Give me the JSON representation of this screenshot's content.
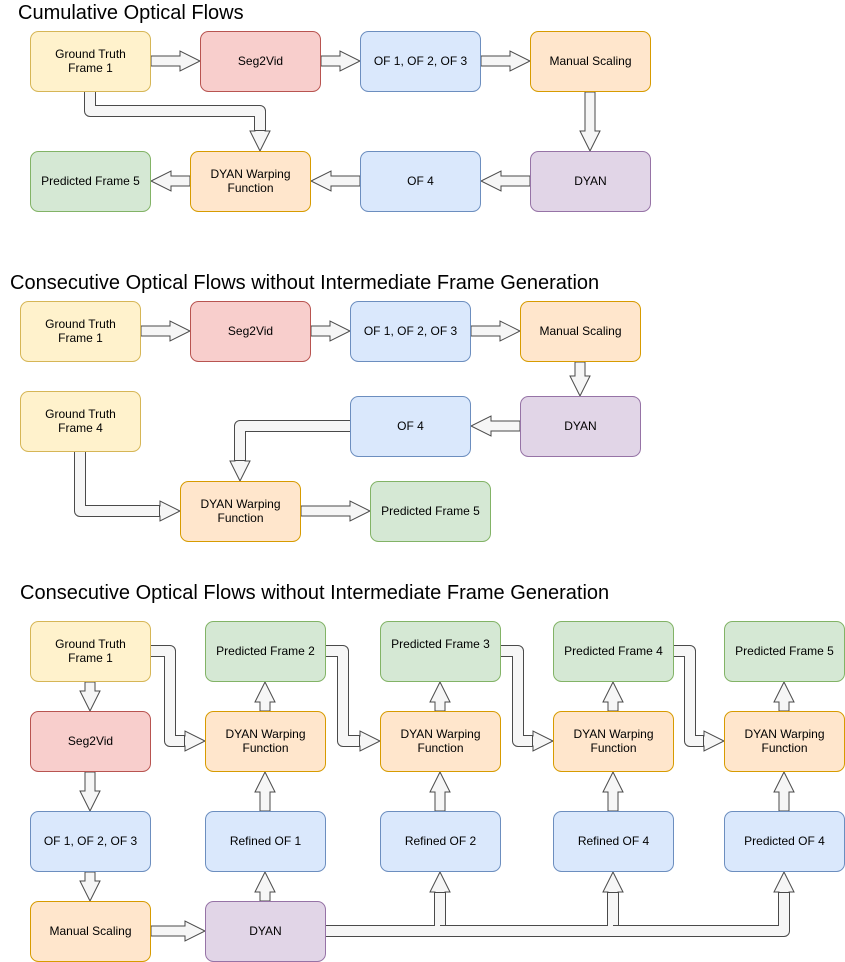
{
  "colors": {
    "yellow": {
      "fill": "#fff2cc",
      "stroke": "#d6b656"
    },
    "red": {
      "fill": "#f8cecc",
      "stroke": "#b85450"
    },
    "blue": {
      "fill": "#dae8fc",
      "stroke": "#6c8ebf"
    },
    "orange": {
      "fill": "#ffe6cc",
      "stroke": "#d79b00"
    },
    "purple": {
      "fill": "#e1d5e7",
      "stroke": "#9673a6"
    },
    "green": {
      "fill": "#d5e8d4",
      "stroke": "#82b366"
    }
  },
  "sections": [
    {
      "title": "Cumulative Optical Flows",
      "nodes": [
        {
          "id": "s1-gt1",
          "label": [
            "Ground Truth",
            "Frame 1"
          ],
          "color": "yellow"
        },
        {
          "id": "s1-seg",
          "label": [
            "Seg2Vid"
          ],
          "color": "red"
        },
        {
          "id": "s1-of123",
          "label": [
            "OF 1, OF 2, OF 3"
          ],
          "color": "blue"
        },
        {
          "id": "s1-scale",
          "label": [
            "Manual Scaling"
          ],
          "color": "orange"
        },
        {
          "id": "s1-pred5",
          "label": [
            "Predicted Frame 5"
          ],
          "color": "green"
        },
        {
          "id": "s1-warp",
          "label": [
            "DYAN Warping",
            "Function"
          ],
          "color": "orange"
        },
        {
          "id": "s1-of4",
          "label": [
            "OF 4"
          ],
          "color": "blue"
        },
        {
          "id": "s1-dyan",
          "label": [
            "DYAN"
          ],
          "color": "purple"
        }
      ]
    },
    {
      "title": "Consecutive Optical Flows without Intermediate Frame Generation",
      "nodes": [
        {
          "id": "s2-gt1",
          "label": [
            "Ground Truth",
            "Frame 1"
          ],
          "color": "yellow"
        },
        {
          "id": "s2-seg",
          "label": [
            "Seg2Vid"
          ],
          "color": "red"
        },
        {
          "id": "s2-of123",
          "label": [
            "OF 1, OF 2, OF 3"
          ],
          "color": "blue"
        },
        {
          "id": "s2-scale",
          "label": [
            "Manual Scaling"
          ],
          "color": "orange"
        },
        {
          "id": "s2-gt4",
          "label": [
            "Ground Truth",
            "Frame 4"
          ],
          "color": "yellow"
        },
        {
          "id": "s2-of4",
          "label": [
            "OF 4"
          ],
          "color": "blue"
        },
        {
          "id": "s2-dyan",
          "label": [
            "DYAN"
          ],
          "color": "purple"
        },
        {
          "id": "s2-warp",
          "label": [
            "DYAN Warping",
            "Function"
          ],
          "color": "orange"
        },
        {
          "id": "s2-pred5",
          "label": [
            "Predicted Frame 5"
          ],
          "color": "green"
        }
      ]
    },
    {
      "title": "Consecutive Optical Flows without Intermediate Frame Generation",
      "nodes": [
        {
          "id": "s3-gt1",
          "label": [
            "Ground Truth",
            "Frame 1"
          ],
          "color": "yellow"
        },
        {
          "id": "s3-seg",
          "label": [
            "Seg2Vid"
          ],
          "color": "red"
        },
        {
          "id": "s3-of123",
          "label": [
            "OF 1, OF 2, OF 3"
          ],
          "color": "blue"
        },
        {
          "id": "s3-scale",
          "label": [
            "Manual Scaling"
          ],
          "color": "orange"
        },
        {
          "id": "s3-pred2",
          "label": [
            "Predicted Frame 2"
          ],
          "color": "green"
        },
        {
          "id": "s3-pred3",
          "label": [
            "Predicted Frame 3"
          ],
          "color": "green"
        },
        {
          "id": "s3-pred4",
          "label": [
            "Predicted Frame 4"
          ],
          "color": "green"
        },
        {
          "id": "s3-pred5",
          "label": [
            "Predicted Frame 5"
          ],
          "color": "green"
        },
        {
          "id": "s3-warp1",
          "label": [
            "DYAN Warping",
            "Function"
          ],
          "color": "orange"
        },
        {
          "id": "s3-warp2",
          "label": [
            "DYAN Warping",
            "Function"
          ],
          "color": "orange"
        },
        {
          "id": "s3-warp3",
          "label": [
            "DYAN Warping",
            "Function"
          ],
          "color": "orange"
        },
        {
          "id": "s3-warp4",
          "label": [
            "DYAN Warping",
            "Function"
          ],
          "color": "orange"
        },
        {
          "id": "s3-rof1",
          "label": [
            "Refined OF 1"
          ],
          "color": "blue"
        },
        {
          "id": "s3-rof2",
          "label": [
            "Refined OF 2"
          ],
          "color": "blue"
        },
        {
          "id": "s3-rof4",
          "label": [
            "Refined OF 4"
          ],
          "color": "blue"
        },
        {
          "id": "s3-pof4",
          "label": [
            "Predicted OF 4"
          ],
          "color": "blue"
        },
        {
          "id": "s3-dyan",
          "label": [
            "DYAN"
          ],
          "color": "purple"
        }
      ]
    }
  ]
}
